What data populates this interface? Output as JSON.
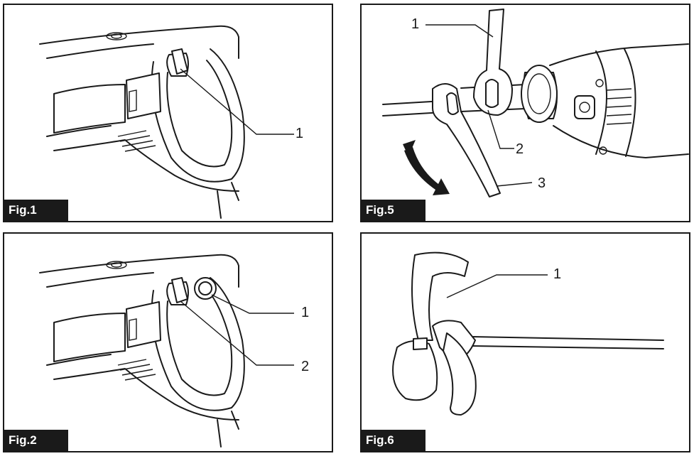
{
  "figures": [
    {
      "label": "Fig.1",
      "callouts": [
        "1"
      ]
    },
    {
      "label": "Fig.5",
      "callouts": [
        "1",
        "2",
        "3"
      ]
    },
    {
      "label": "Fig.2",
      "callouts": [
        "1",
        "2"
      ]
    },
    {
      "label": "Fig.6",
      "callouts": [
        "1"
      ]
    }
  ]
}
